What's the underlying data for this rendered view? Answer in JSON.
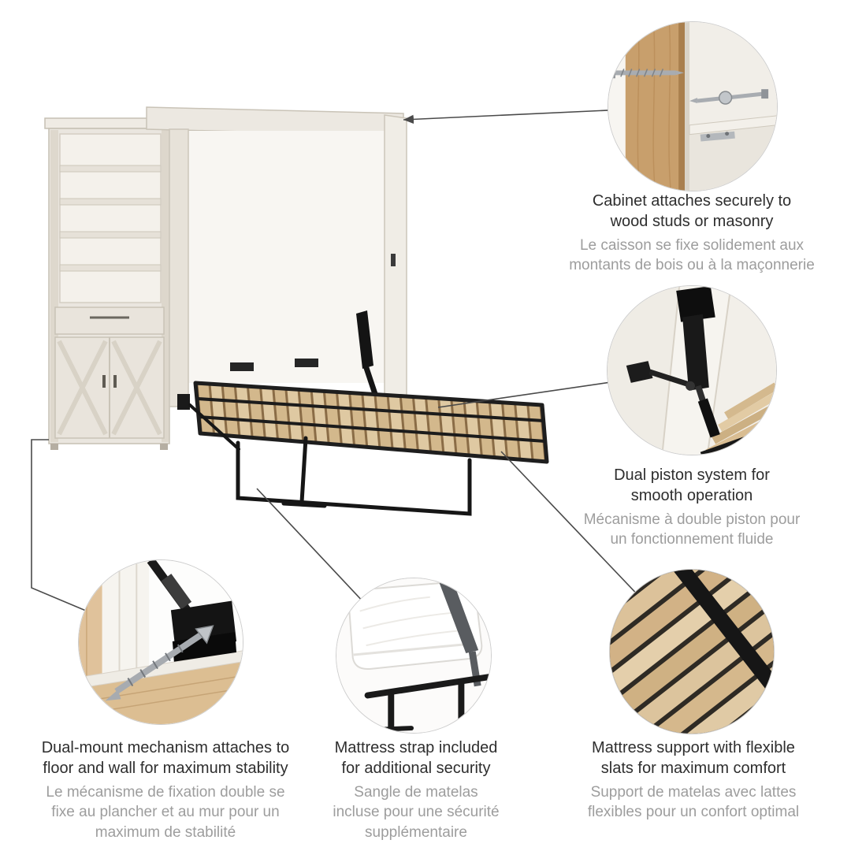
{
  "callouts": {
    "cabinet": {
      "en": "Cabinet attaches securely to\nwood studs or masonry",
      "fr": "Le caisson se fixe solidement aux\nmontants de bois ou à la maçonnerie"
    },
    "piston": {
      "en": "Dual piston system for\nsmooth operation",
      "fr": "Mécanisme à double piston pour\nun fonctionnement fluide"
    },
    "dual_mount": {
      "en": "Dual-mount mechanism attaches to\nfloor and wall for maximum stability",
      "fr": "Le mécanisme de fixation double se\nfixe au plancher et au mur pour un\nmaximum de stabilité"
    },
    "strap": {
      "en": "Mattress strap included\nfor additional security",
      "fr": "Sangle de matelas\nincluse pour une sécurité\nsupplémentaire"
    },
    "slats": {
      "en": "Mattress support with flexible\nslats for maximum comfort",
      "fr": "Support de matelas avec lattes\nflexibles pour un confort optimal"
    }
  },
  "palette": {
    "cabinet_linen": "#eae6df",
    "slat_wood": "#d8bd93",
    "frame_black": "#1a1a1a",
    "wood_stud": "#c89f6c",
    "text_primary": "#2e2e2e",
    "text_secondary": "#9d9d9d",
    "circle_border": "#cdcdcd",
    "callout_line": "#4a4a4a"
  }
}
